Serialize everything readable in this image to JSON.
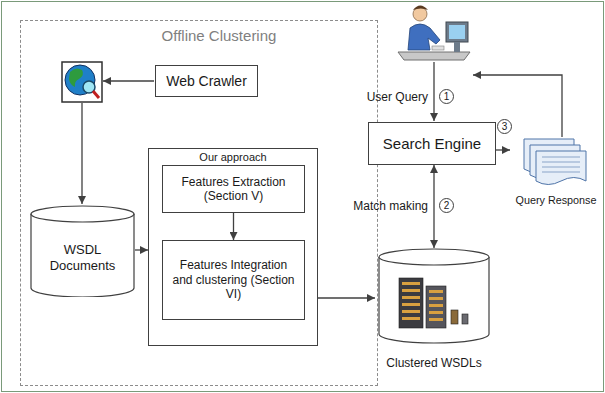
{
  "diagram": {
    "nodes": [
      {
        "text": [
          "Offline Clustering"
        ]
      },
      {
        "text": [
          "Web Crawler"
        ],
        "in": 0
      },
      {
        "text": [
          "WSDL Documents"
        ],
        "in": 0
      },
      {
        "text": [
          "Our approach"
        ],
        "in": 0
      },
      {
        "text": [
          "Features Extraction (Section V)"
        ],
        "in": 3
      },
      {
        "text": [
          "Features Integration and clustering (Section VI)"
        ],
        "in": 3
      },
      {
        "text": [
          "Search Engine"
        ]
      },
      {
        "text": [
          "Query Response"
        ]
      },
      {
        "text": [
          "Clustered WSDLs"
        ]
      }
    ],
    "edges": [
      {
        "from": 2,
        "to": 3,
        "arrow": "to"
      },
      {
        "from": 4,
        "to": 5,
        "arrow": "to"
      },
      {
        "from": 3,
        "to": 8,
        "arrow": "to"
      },
      {
        "from": 6,
        "to": 8,
        "arrow": "both"
      },
      {
        "from": 6,
        "to": 7,
        "arrow": "to"
      }
    ],
    "labels": [
      "User Query",
      "1",
      "Match making",
      "2",
      "3"
    ]
  }
}
